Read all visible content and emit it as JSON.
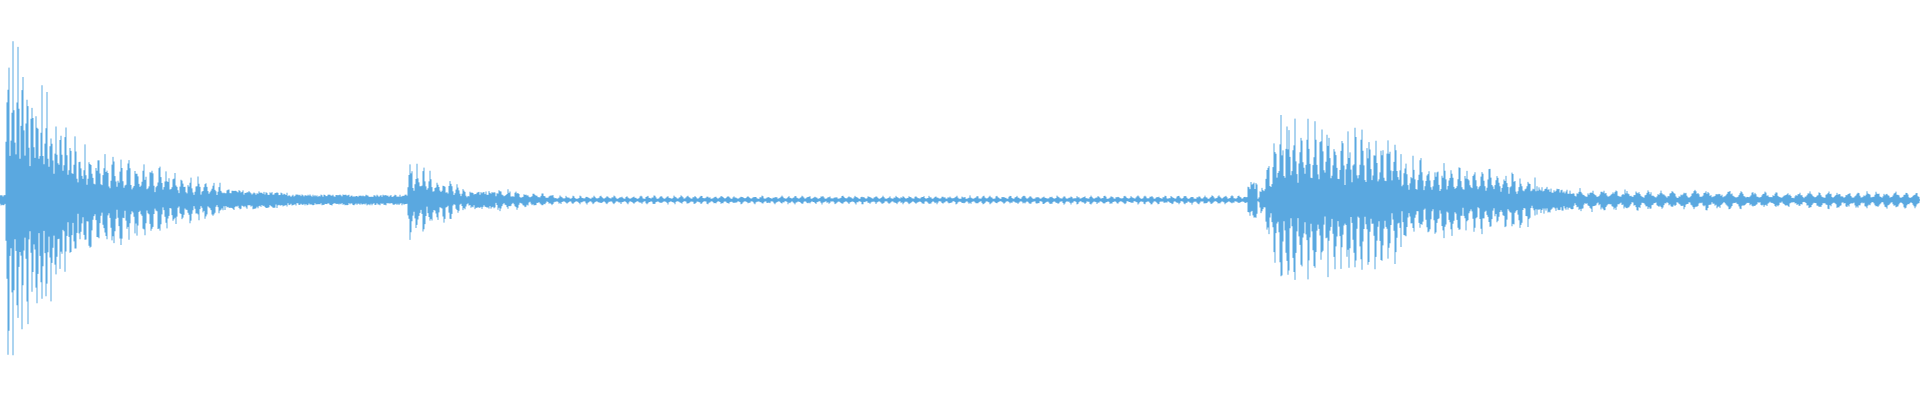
{
  "waveform": {
    "color": "#5aa8e0",
    "background": "#ffffff",
    "segments": [
      {
        "start": 0.0,
        "end": 0.003,
        "level": 0.03
      },
      {
        "start": 0.003,
        "end": 0.045,
        "level": 0.95,
        "decay_to": 0.3,
        "pulse_period": 0.0025
      },
      {
        "start": 0.045,
        "end": 0.115,
        "level": 0.3,
        "decay_to": 0.1,
        "pulse_period": 0.004
      },
      {
        "start": 0.115,
        "end": 0.15,
        "level": 0.06,
        "decay_to": 0.04
      },
      {
        "start": 0.15,
        "end": 0.212,
        "level": 0.03
      },
      {
        "start": 0.212,
        "end": 0.245,
        "level": 0.24,
        "decay_to": 0.05,
        "pulse_period": 0.0035
      },
      {
        "start": 0.245,
        "end": 0.258,
        "level": 0.05
      },
      {
        "start": 0.258,
        "end": 0.29,
        "level": 0.07,
        "decay_to": 0.03,
        "pulse_period": 0.0045
      },
      {
        "start": 0.29,
        "end": 0.65,
        "level": 0.025,
        "pulse_period": 0.0035
      },
      {
        "start": 0.65,
        "end": 0.655,
        "level": 0.1
      },
      {
        "start": 0.655,
        "end": 0.73,
        "level": 0.5,
        "decay_to": 0.35,
        "pulse_period": 0.0035,
        "rise": true
      },
      {
        "start": 0.73,
        "end": 0.8,
        "level": 0.25,
        "decay_to": 0.15,
        "pulse_period": 0.004
      },
      {
        "start": 0.8,
        "end": 0.82,
        "level": 0.08,
        "decay_to": 0.05
      },
      {
        "start": 0.82,
        "end": 0.88,
        "level": 0.07,
        "decay_to": 0.05,
        "pulse_period": 0.006
      },
      {
        "start": 0.88,
        "end": 0.94,
        "level": 0.06,
        "decay_to": 0.04,
        "pulse_period": 0.006
      },
      {
        "start": 0.94,
        "end": 1.0,
        "level": 0.05,
        "decay_to": 0.05,
        "pulse_period": 0.005
      }
    ]
  }
}
